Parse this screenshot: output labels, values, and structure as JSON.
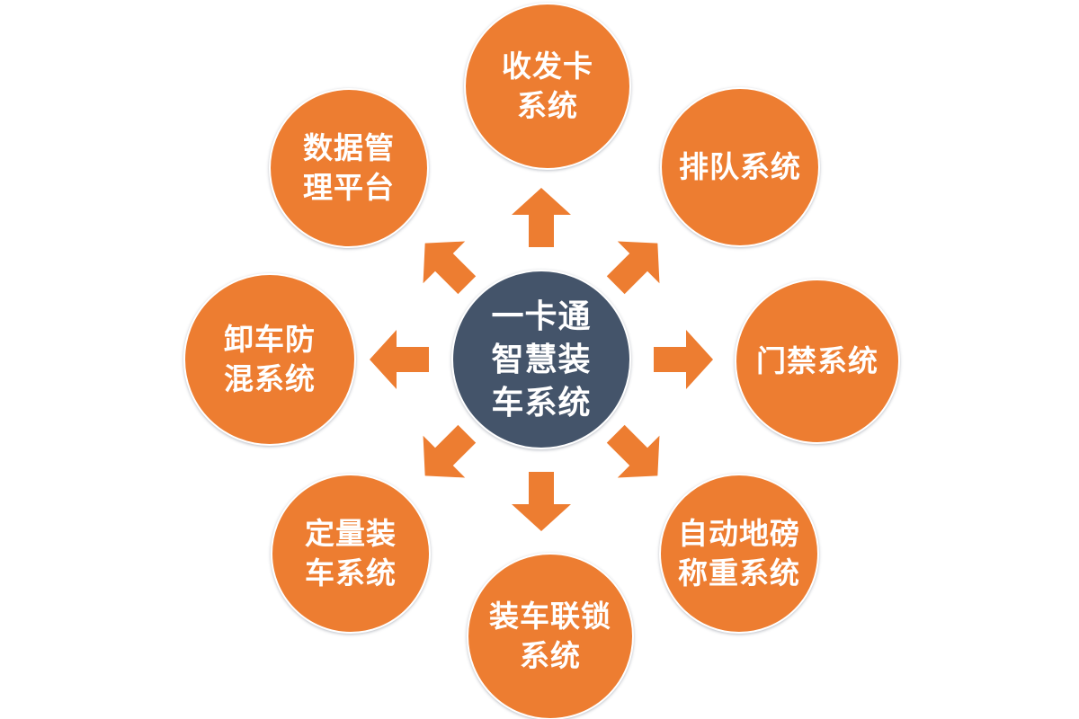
{
  "diagram": {
    "hub": {
      "label": "一卡通\n智慧装\n车系统"
    },
    "satellites": [
      {
        "label": "收发卡\n系统",
        "position": "top"
      },
      {
        "label": "排队系统",
        "position": "top-right"
      },
      {
        "label": "门禁系统",
        "position": "right"
      },
      {
        "label": "自动地磅\n称重系统",
        "position": "bottom-right"
      },
      {
        "label": "装车联锁\n系统",
        "position": "bottom"
      },
      {
        "label": "定量装\n车系统",
        "position": "bottom-left"
      },
      {
        "label": "卸车防\n混系统",
        "position": "left"
      },
      {
        "label": "数据管\n理平台",
        "position": "top-left"
      }
    ],
    "colors": {
      "satellite": "#ED7D31",
      "hub": "#44546A",
      "arrow": "#ED7D31",
      "text": "#FFFFFF",
      "background": "#FFFFFF"
    }
  }
}
